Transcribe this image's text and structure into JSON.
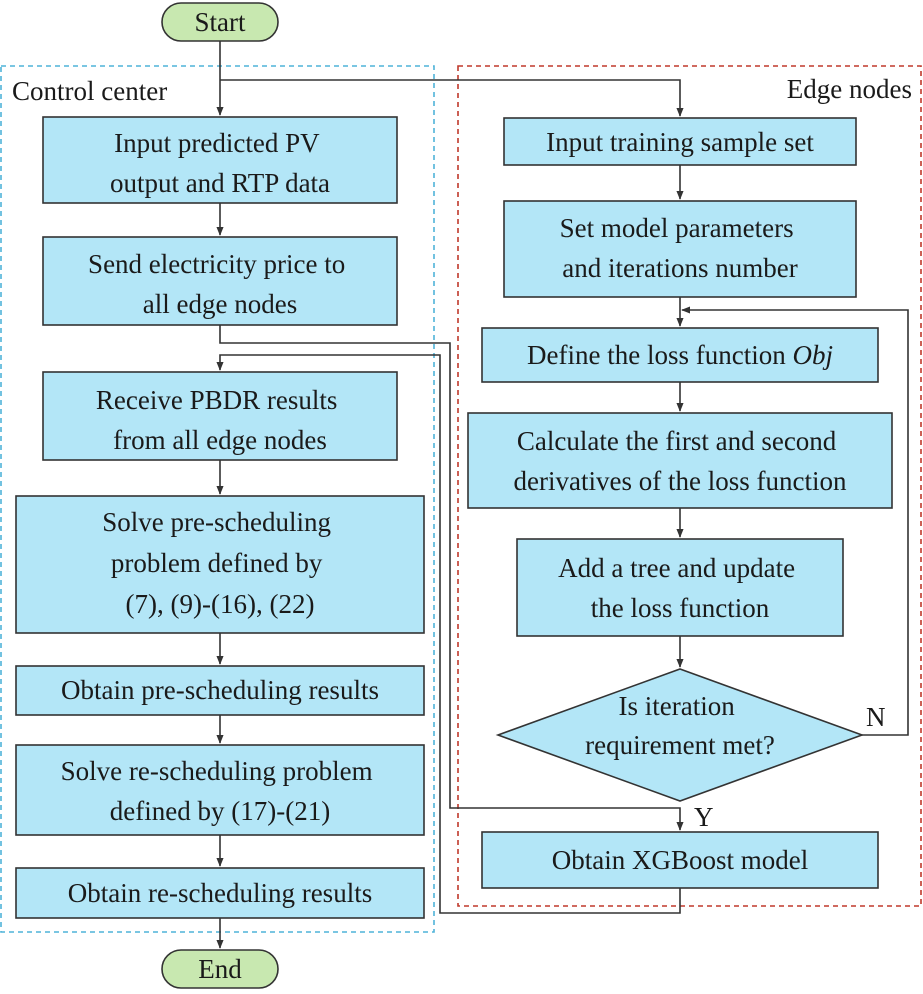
{
  "colors": {
    "process_fill": "#b3e6f7",
    "terminal_fill": "#c8e8b0",
    "control_border": "#4fb3d9",
    "edge_border": "#c0392b",
    "stroke": "#333333"
  },
  "terminals": {
    "start": "Start",
    "end": "End"
  },
  "regions": {
    "control_center": "Control center",
    "edge_nodes": "Edge nodes"
  },
  "control": {
    "input": [
      "Input predicted PV",
      "output and RTP data"
    ],
    "send": [
      "Send electricity price to",
      "all edge nodes"
    ],
    "receive": [
      "Receive PBDR results",
      "from all edge nodes"
    ],
    "solve_pre": [
      "Solve pre-scheduling",
      "problem defined by",
      "(7), (9)-(16), (22)"
    ],
    "obtain_pre": [
      "Obtain pre-scheduling results"
    ],
    "solve_re": [
      "Solve re-scheduling problem",
      "defined by (17)-(21)"
    ],
    "obtain_re": [
      "Obtain re-scheduling results"
    ]
  },
  "edge": {
    "input": [
      "Input training sample set"
    ],
    "set_params": [
      "Set model parameters",
      "and iterations number"
    ],
    "define_loss_prefix": "Define the loss function ",
    "define_loss_obj": "Obj",
    "calc": [
      "Calculate the first and second",
      "derivatives of the loss function"
    ],
    "add_tree": [
      "Add a tree and update",
      "the loss function"
    ],
    "decision": [
      "Is iteration",
      "requirement met?"
    ],
    "obtain_model": [
      "Obtain XGBoost model"
    ]
  },
  "branch_labels": {
    "no": "N",
    "yes": "Y"
  }
}
